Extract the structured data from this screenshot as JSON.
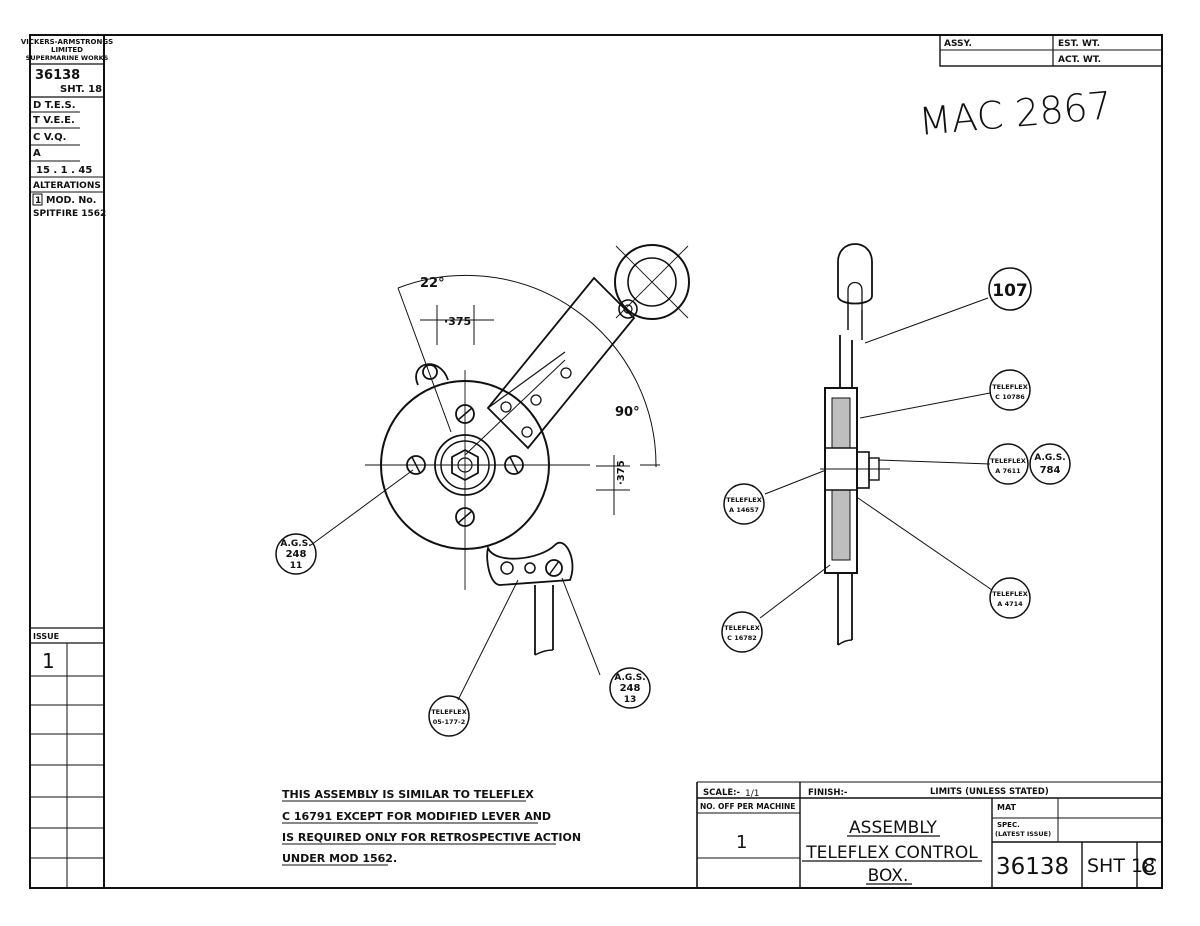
{
  "side_panel": {
    "company_line1": "VICKERS-ARMSTRONGS",
    "company_line2": "LIMITED",
    "company_line3": "SUPERMARINE WORKS",
    "drawing_no": "36138",
    "sheet": "SHT. 18",
    "drawn": "D  T.E.S.",
    "traced": "T  V.E.E.",
    "checked": "C  V.Q.",
    "approved": "A",
    "date": "15 . 1 . 45",
    "alterations_label": "ALTERATIONS",
    "alteration_no": "1",
    "mod_no": "MOD.  No.",
    "spitfire_mod": "SPITFIRE 1562",
    "issue_label": "ISSUE",
    "issue_value": "1"
  },
  "top_box": {
    "assy_label": "ASSY.",
    "est_wt_label": "EST. WT.",
    "act_wt_label": "ACT. WT."
  },
  "handwritten_ref": "MAC 2867",
  "annotations": {
    "angle_22": "22°",
    "dim_375_top": "·375",
    "angle_90": "90°",
    "dim_375_right": "·375",
    "bubble_ags248_11": [
      "A.G.S.",
      "248",
      "11"
    ],
    "bubble_ags248_13": [
      "A.G.S.",
      "248",
      "13"
    ],
    "bubble_teleflex_05": [
      "TELEFLEX",
      "05-177-2"
    ],
    "bubble_107": "107",
    "bubble_c10786": [
      "TELEFLEX",
      "C 10786"
    ],
    "bubble_a7611": [
      "TELEFLEX",
      "A 7611"
    ],
    "bubble_ags784": [
      "A.G.S.",
      "784"
    ],
    "bubble_a14657": [
      "TELEFLEX",
      "A 14657"
    ],
    "bubble_a4714": [
      "TELEFLEX",
      "A 4714"
    ],
    "bubble_c16782": [
      "TELEFLEX",
      "C 16782"
    ]
  },
  "notes": [
    "THIS ASSEMBLY IS SIMILAR TO TELEFLEX",
    "C 16791 EXCEPT FOR MODIFIED LEVER AND",
    "IS REQUIRED ONLY FOR RETROSPECTIVE ACTION",
    "UNDER MOD 1562."
  ],
  "title_block": {
    "scale_label": "SCALE:-",
    "scale_value": "1/1",
    "finish_label": "FINISH:-",
    "limits_label": "LIMITS (UNLESS STATED)",
    "no_off_label": "NO. OFF PER MACHINE",
    "no_off_value": "1",
    "title_line1": "ASSEMBLY",
    "title_line2": "TELEFLEX CONTROL",
    "title_line3": "BOX.",
    "mat_label": "MAT",
    "spec_label": "SPEC.",
    "spec_label2": "(LATEST ISSUE)",
    "drawing_no": "36138",
    "sheet": "SHT 18",
    "revision": "C"
  }
}
